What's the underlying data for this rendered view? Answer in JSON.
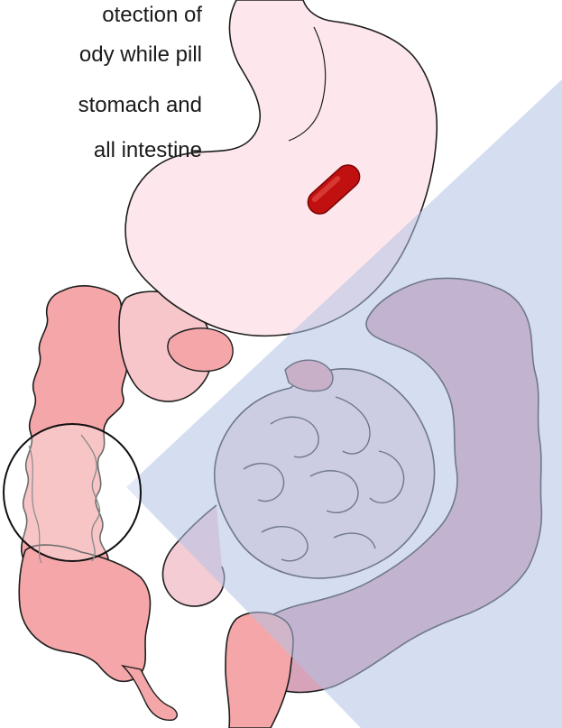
{
  "caption": {
    "lines": [
      "otection of",
      "ody while pill",
      "stomach and",
      "all intestine"
    ]
  },
  "colors": {
    "stomach_fill": "#fde7ec",
    "small_intestine_fill": "#ead7e1",
    "colon_fill": "#f5a6a8",
    "colon_shadow_fill": "#d6a3b8",
    "overlay_fill": "#b3c3e6",
    "pill_fill": "#c0100f",
    "outline": "#1e1e1e",
    "caption_text": "#1a1a1a"
  },
  "illustration": {
    "subject": "digestive-tract",
    "highlight_shape": "diagonal-triangle-overlay",
    "focus_marker": "circle"
  }
}
